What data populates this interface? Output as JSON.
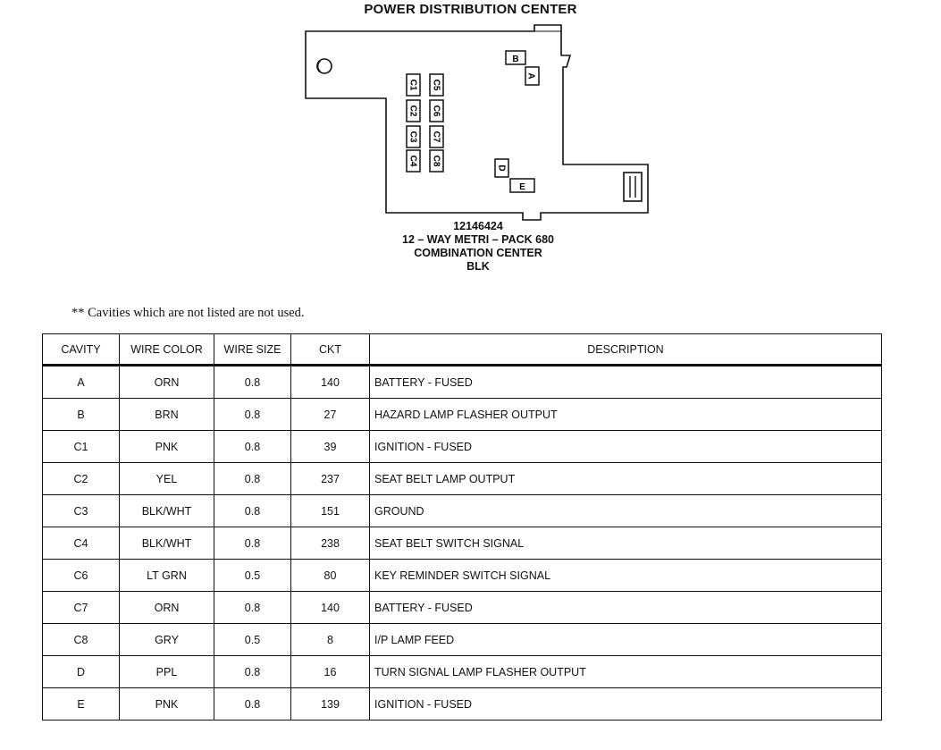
{
  "title": "POWER DISTRIBUTION CENTER",
  "diagram": {
    "cavity_labels": [
      "B",
      "A",
      "C1",
      "C2",
      "C3",
      "C4",
      "C5",
      "C6",
      "C7",
      "C8",
      "D",
      "E"
    ]
  },
  "caption": {
    "part_number": "12146424",
    "connector_type": "12 – WAY METRI – PACK 680",
    "name": "COMBINATION CENTER",
    "color": "BLK"
  },
  "note": "** Cavities which are not listed are not used.",
  "table": {
    "headers": [
      "CAVITY",
      "WIRE COLOR",
      "WIRE SIZE",
      "CKT",
      "DESCRIPTION"
    ],
    "rows": [
      [
        "A",
        "ORN",
        "0.8",
        "140",
        "BATTERY - FUSED"
      ],
      [
        "B",
        "BRN",
        "0.8",
        "27",
        "HAZARD LAMP FLASHER OUTPUT"
      ],
      [
        "C1",
        "PNK",
        "0.8",
        "39",
        "IGNITION - FUSED"
      ],
      [
        "C2",
        "YEL",
        "0.8",
        "237",
        "SEAT BELT LAMP OUTPUT"
      ],
      [
        "C3",
        "BLK/WHT",
        "0.8",
        "151",
        "GROUND"
      ],
      [
        "C4",
        "BLK/WHT",
        "0.8",
        "238",
        "SEAT BELT SWITCH SIGNAL"
      ],
      [
        "C6",
        "LT GRN",
        "0.5",
        "80",
        "KEY REMINDER SWITCH SIGNAL"
      ],
      [
        "C7",
        "ORN",
        "0.8",
        "140",
        "BATTERY - FUSED"
      ],
      [
        "C8",
        "GRY",
        "0.5",
        "8",
        "I/P LAMP FEED"
      ],
      [
        "D",
        "PPL",
        "0.8",
        "16",
        "TURN SIGNAL LAMP FLASHER OUTPUT"
      ],
      [
        "E",
        "PNK",
        "0.8",
        "139",
        "IGNITION - FUSED"
      ]
    ]
  }
}
